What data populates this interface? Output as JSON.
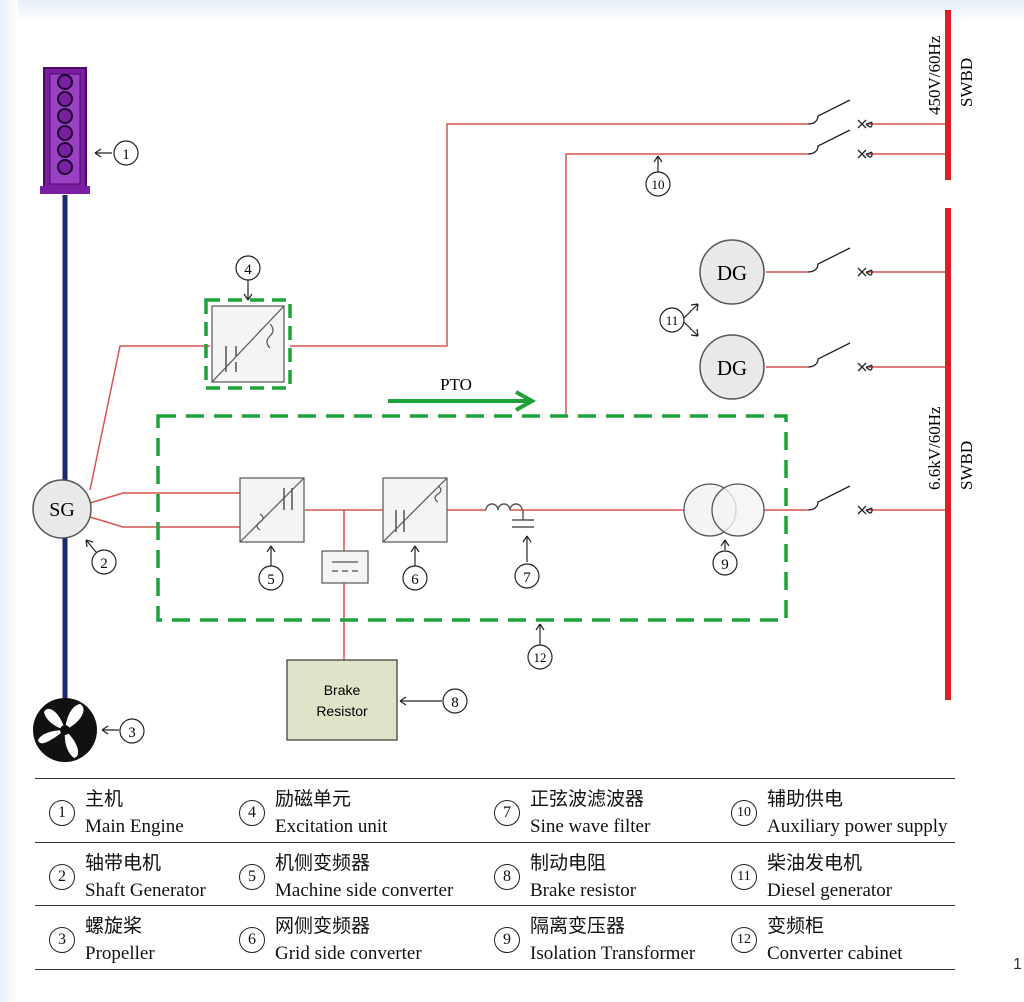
{
  "diagram": {
    "swbd_low": "450V/60Hz\nSWBD",
    "swbd_low_voltage": "450V/60Hz",
    "swbd_low_name": "SWBD",
    "swbd_high_voltage": "6.6kV/60Hz",
    "swbd_high_name": "SWBD",
    "sg_label": "SG",
    "dg_label_1": "DG",
    "dg_label_2": "DG",
    "pto_label": "PTO",
    "brake_line1": "Brake",
    "brake_line2": "Resistor",
    "callouts": [
      "1",
      "2",
      "3",
      "4",
      "5",
      "6",
      "7",
      "8",
      "9",
      "10",
      "11",
      "12"
    ]
  },
  "colors": {
    "power_line": "#d9534f",
    "bus": "#e31b23",
    "shaft": "#1a2a6c",
    "cabinet": "#1ea33b",
    "engine": "#7b1fa2"
  },
  "legend": [
    {
      "num": "1",
      "cn": "主机",
      "en": "Main Engine"
    },
    {
      "num": "4",
      "cn": "励磁单元",
      "en": "Excitation unit"
    },
    {
      "num": "7",
      "cn": "正弦波滤波器",
      "en": "Sine wave filter"
    },
    {
      "num": "10",
      "cn": "辅助供电",
      "en": "Auxiliary power supply"
    },
    {
      "num": "2",
      "cn": "轴带电机",
      "en": "Shaft Generator"
    },
    {
      "num": "5",
      "cn": "机侧变频器",
      "en": "Machine side converter"
    },
    {
      "num": "8",
      "cn": "制动电阻",
      "en": "Brake resistor"
    },
    {
      "num": "11",
      "cn": "柴油发电机",
      "en": "Diesel generator"
    },
    {
      "num": "3",
      "cn": "螺旋桨",
      "en": "Propeller"
    },
    {
      "num": "6",
      "cn": "网侧变频器",
      "en": "Grid side converter"
    },
    {
      "num": "9",
      "cn": "隔离变压器",
      "en": "Isolation Transformer"
    },
    {
      "num": "12",
      "cn": "变频柜",
      "en": "Converter cabinet"
    }
  ],
  "page_number": "1"
}
